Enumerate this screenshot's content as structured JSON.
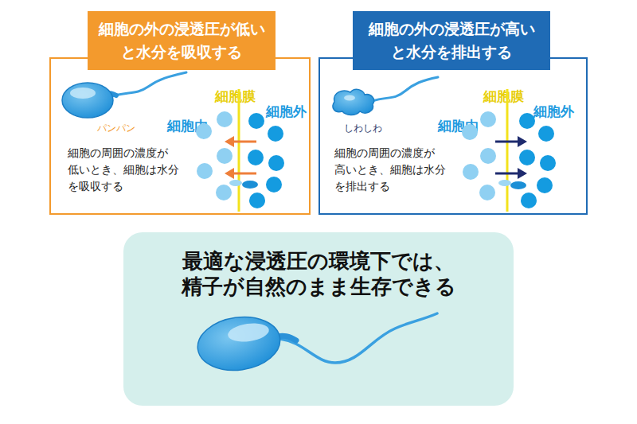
{
  "diagram": {
    "nodes": [
      {
        "text": [
          "細胞の外の浸透圧が低い と水分を吸収する"
        ]
      },
      {
        "text": [
          "パンパン",
          "細胞膜",
          "細胞外",
          "細胞内",
          "細胞の周囲の濃度が 低いとき、細胞は水分 を吸収する"
        ]
      },
      {
        "text": [
          "細胞の外の浸透圧が高い と水分を排出する"
        ]
      },
      {
        "text": [
          "しわしわ",
          "細胞膜",
          "細胞外",
          "細胞内",
          "細胞の周囲の濃度が 高いとき、細胞は水分 を排出する"
        ]
      },
      {
        "text": [
          "最適な浸透圧の環境下では、 精子が自然のまま生存できる"
        ]
      }
    ]
  }
}
